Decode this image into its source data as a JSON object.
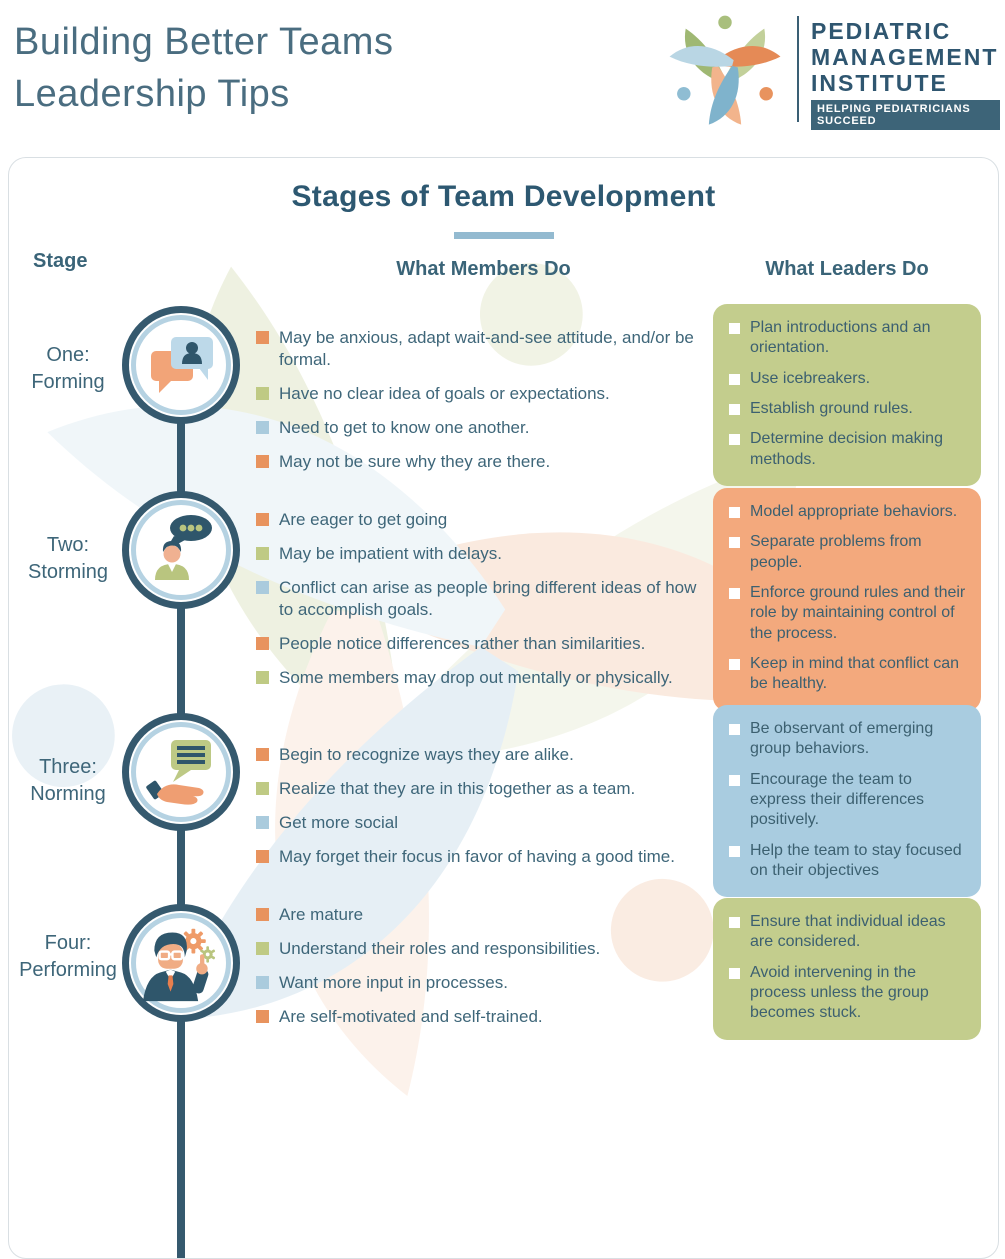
{
  "header": {
    "title_line1": "Building Better Teams",
    "title_line2": "Leadership Tips",
    "logo": {
      "icon": "three-figures-star-icon",
      "line1": "PEDIATRIC",
      "line2": "MANAGEMENT",
      "line3": "INSTITUTE",
      "tagline": "HELPING PEDIATRICIANS SUCCEED"
    }
  },
  "table": {
    "title": "Stages of Team Development",
    "columns": {
      "stage": "Stage",
      "members": "What Members Do",
      "leaders": "What Leaders Do"
    },
    "stages": [
      {
        "label_line1": "One:",
        "label_line2": "Forming",
        "icon": "chat-bubbles-icon",
        "members": [
          {
            "color": "#e8935e",
            "text": "May be anxious, adapt wait-and-see attitude, and/or be formal."
          },
          {
            "color": "#bfca84",
            "text": "Have no clear idea of goals or expectations."
          },
          {
            "color": "#aacbdd",
            "text": "Need to get to know one another."
          },
          {
            "color": "#e8935e",
            "text": "May not be sure why they are there."
          }
        ],
        "box_color": "#c3cd8d",
        "leaders": [
          "Plan introductions and an orientation.",
          "Use icebreakers.",
          "Establish ground rules.",
          "Determine decision making methods."
        ]
      },
      {
        "label_line1": "Two:",
        "label_line2": "Storming",
        "icon": "person-speech-bubble-icon",
        "members": [
          {
            "color": "#e8935e",
            "text": "Are eager to get going"
          },
          {
            "color": "#bfca84",
            "text": "May be impatient with delays."
          },
          {
            "color": "#aacbdd",
            "text": "Conflict can arise as people bring different ideas of how to accomplish goals."
          },
          {
            "color": "#e8935e",
            "text": "People notice differences rather than similarities."
          },
          {
            "color": "#bfca84",
            "text": "Some members may drop out mentally or physically."
          }
        ],
        "box_color": "#f3a97d",
        "leaders": [
          "Model appropriate behaviors.",
          "Separate problems from people.",
          "Enforce ground rules and their role by maintaining control of the process.",
          "Keep in mind that conflict can be healthy."
        ]
      },
      {
        "label_line1": "Three:",
        "label_line2": "Norming",
        "icon": "hand-offering-list-icon",
        "members": [
          {
            "color": "#e8935e",
            "text": "Begin to recognize ways they are alike."
          },
          {
            "color": "#bfca84",
            "text": "Realize that they are in this together as a team."
          },
          {
            "color": "#aacbdd",
            "text": "Get more social"
          },
          {
            "color": "#e8935e",
            "text": "May forget their focus in favor of having a good time."
          }
        ],
        "box_color": "#a9cce0",
        "leaders": [
          "Be observant of emerging group behaviors.",
          "Encourage the team to express their differences positively.",
          "Help the team to stay focused on their objectives"
        ]
      },
      {
        "label_line1": "Four:",
        "label_line2": "Performing",
        "icon": "person-with-gears-icon",
        "members": [
          {
            "color": "#e8935e",
            "text": "Are mature"
          },
          {
            "color": "#bfca84",
            "text": "Understand their roles and responsibilities."
          },
          {
            "color": "#aacbdd",
            "text": "Want more input in processes."
          },
          {
            "color": "#e8935e",
            "text": "Are self-motivated and self-trained."
          }
        ],
        "box_color": "#c3cd8d",
        "leaders": [
          "Ensure that individual ideas are considered.",
          "Avoid intervening in the process unless the group becomes stuck."
        ]
      }
    ]
  },
  "colors": {
    "dark_teal": "#35596e",
    "body_text": "#3e6679",
    "bullet_orange": "#e8935e",
    "bullet_green": "#bfca84",
    "bullet_blue": "#aacbdd",
    "box_green": "#c3cd8d",
    "box_orange": "#f3a97d",
    "box_blue": "#a9cce0",
    "underline_blue": "#93bad0",
    "tagline_bg": "#3d6478"
  }
}
